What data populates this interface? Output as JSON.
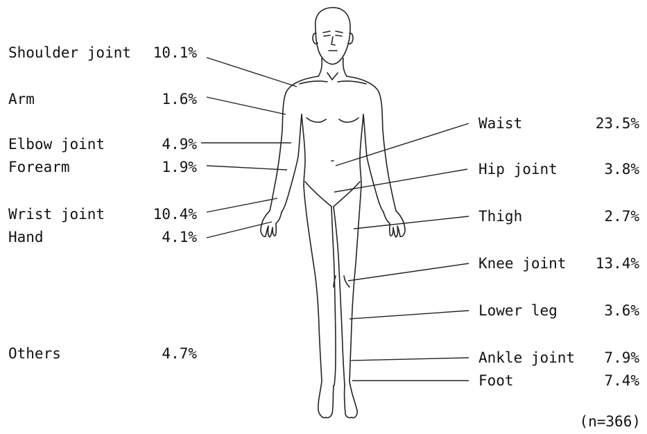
{
  "body_parts": [
    {
      "id": "shoulder-joint",
      "name": "Shoulder joint",
      "pct": "10.1%"
    },
    {
      "id": "arm",
      "name": "Arm",
      "pct": "1.6%"
    },
    {
      "id": "elbow-joint",
      "name": "Elbow joint",
      "pct": "4.9%"
    },
    {
      "id": "forearm",
      "name": "Forearm",
      "pct": "1.9%"
    },
    {
      "id": "wrist-joint",
      "name": "Wrist joint",
      "pct": "10.4%"
    },
    {
      "id": "hand",
      "name": "Hand",
      "pct": "4.1%"
    },
    {
      "id": "others",
      "name": "Others",
      "pct": "4.7%"
    },
    {
      "id": "waist",
      "name": "Waist",
      "pct": "23.5%"
    },
    {
      "id": "hip-joint",
      "name": "Hip joint",
      "pct": "3.8%"
    },
    {
      "id": "thigh",
      "name": "Thigh",
      "pct": "2.7%"
    },
    {
      "id": "knee-joint",
      "name": "Knee joint",
      "pct": "13.4%"
    },
    {
      "id": "lower-leg",
      "name": "Lower leg",
      "pct": "3.6%"
    },
    {
      "id": "ankle-joint",
      "name": "Ankle joint",
      "pct": "7.9%"
    },
    {
      "id": "foot",
      "name": "Foot",
      "pct": "7.4%"
    }
  ],
  "sample_size": "(n=366)"
}
